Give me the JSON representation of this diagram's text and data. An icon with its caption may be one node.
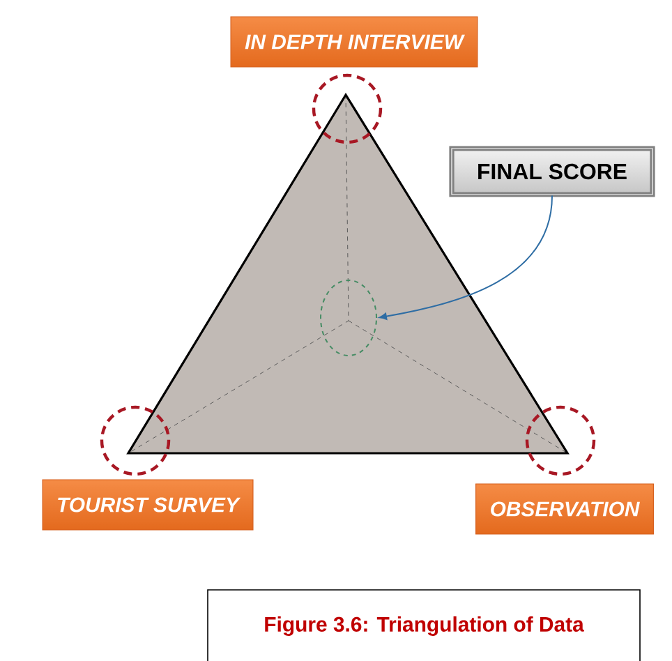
{
  "diagram": {
    "caption": "Figure 3.6: Triangulation of Data",
    "nodes": [
      {
        "text": [
          "IN DEPTH INTERVIEW"
        ]
      },
      {
        "text": [
          "FINAL SCORE"
        ]
      },
      {
        "text": [],
        "shape": "circle"
      },
      {
        "text": [
          "TOURIST SURVEY"
        ]
      },
      {
        "text": [
          "OBSERVATION"
        ]
      }
    ],
    "edges": [
      {
        "from": 1,
        "to": 2,
        "arrow": "to",
        "color": "#2e6da4"
      }
    ]
  }
}
